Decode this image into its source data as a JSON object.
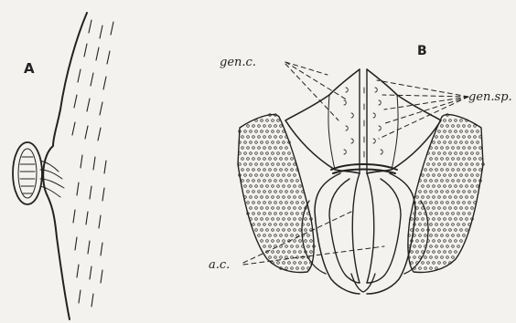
{
  "panels": [
    {
      "id": "A",
      "label": "A"
    },
    {
      "id": "B",
      "label": "B"
    }
  ],
  "annotations": {
    "gen_c": "gen.c.",
    "gen_sp": "gen.sp.",
    "a_c": "a.c."
  },
  "colors": {
    "background": "#f3f2ee",
    "ink": "#222222"
  }
}
